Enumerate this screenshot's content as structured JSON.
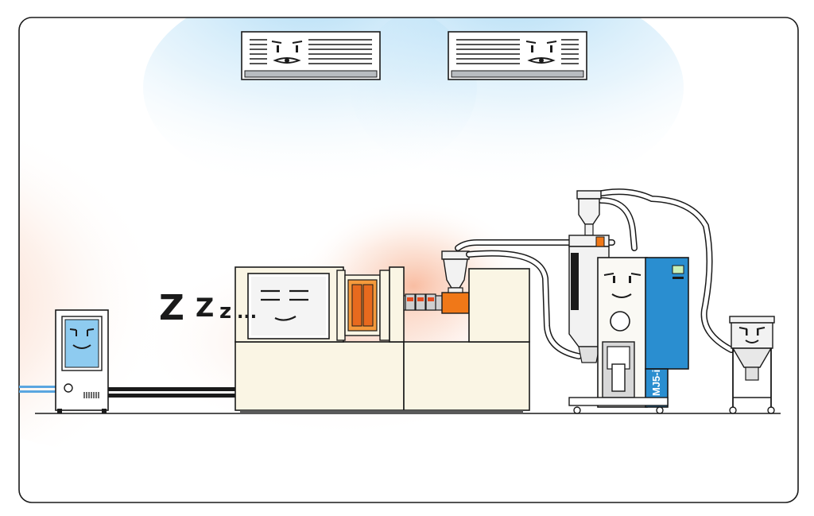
{
  "scene": {
    "sleep_letters": [
      "Z",
      "Z",
      "z",
      "..."
    ],
    "dryer_brand": "MJ5-i"
  },
  "colors": {
    "outline": "#1a1a1a",
    "cream": "#faf5e4",
    "screen_blue": "#8ecbf0",
    "dryer_blue": "#2a8ed0",
    "heater_orange": "#f07818",
    "cool_air": "#c8e8f8",
    "warm_air": "#f9c9b0"
  },
  "icons": [
    "air-conditioner-face-icon",
    "chiller-face-icon",
    "molding-machine-face-icon",
    "dryer-face-icon",
    "hopper-face-icon"
  ]
}
